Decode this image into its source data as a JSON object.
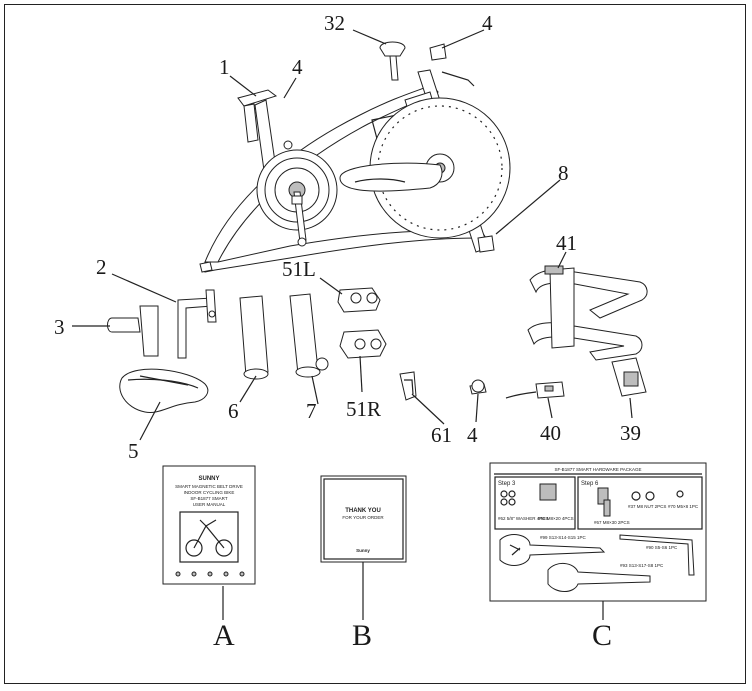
{
  "part_labels": {
    "p1": "1",
    "p2": "2",
    "p3": "3",
    "p4a": "4",
    "p4b": "4",
    "p4c": "4",
    "p5": "5",
    "p6": "6",
    "p7": "7",
    "p8": "8",
    "p32": "32",
    "p39": "39",
    "p40": "40",
    "p41": "41",
    "p51L": "51L",
    "p51R": "51R",
    "p61": "61"
  },
  "box_labels": {
    "a": "A",
    "b": "B",
    "c": "C"
  },
  "manual": {
    "brand": "SUNNY",
    "line1": "SMART MAGNETIC BELT DRIVE",
    "line2": "INDOOR CYCLING BIKE",
    "line3": "SF-B1877 SMART",
    "line4": "USER MANUAL"
  },
  "card": {
    "line1": "THANK YOU",
    "line2": "FOR YOUR ORDER",
    "brand": "Sunny"
  },
  "hardware": {
    "title": "SF-B1877 SMART HARDWARE PACKAGE",
    "step3": "Step 3",
    "step6": "Step 6",
    "s3a": "#62 5/8\" WASHER 4PCS",
    "s3b": "#68 M8×20 4PCS",
    "s6a": "#67 M8×30 2PCS",
    "s6b": "#37 M8 NUT 2PCS",
    "s6c": "#70 M5×8 1PC",
    "tool1": "#99 S13-S14-S15 1PC",
    "tool2": "#90 S5-S6 1PC",
    "tool3": "#93 S13-S17-S8 1PC"
  }
}
